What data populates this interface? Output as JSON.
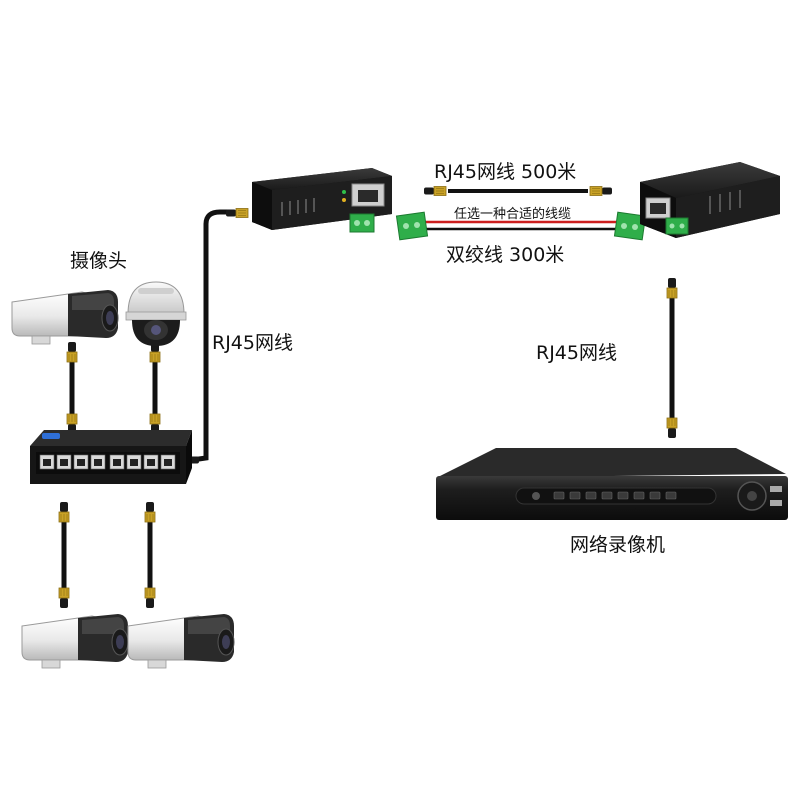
{
  "labels": {
    "camera_group": "摄像头",
    "rj45_left": "RJ45网线",
    "rj45_top": "RJ45网线 500米",
    "cable_note": "任选一种合适的线缆",
    "twisted_pair": "双绞线 300米",
    "rj45_right": "RJ45网线",
    "nvr": "网络录像机"
  },
  "colors": {
    "device_body": "#1b1b1b",
    "terminal_green": "#2fae4a",
    "red_wire": "#cc1f1f",
    "cable_black": "#111111",
    "connector_gold": "#c9a227"
  },
  "icons": [
    "bullet-camera-icon",
    "dome-camera-icon",
    "network-switch-icon",
    "ethernet-extender-icon",
    "nvr-recorder-icon",
    "rj45-connector-icon"
  ]
}
